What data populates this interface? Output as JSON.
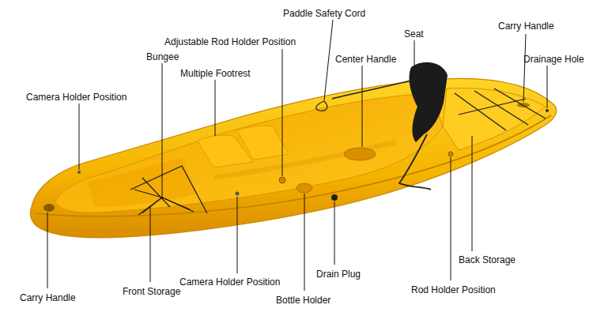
{
  "diagram": {
    "labels": [
      "Paddle Safety Cord",
      "Carry Handle",
      "Adjustable Rod Holder Position",
      "Seat",
      "Bungee",
      "Center Handle",
      "Drainage Hole",
      "Multiple Footrest",
      "Camera Holder Position",
      "Back Storage",
      "Camera Holder Position",
      "Drain Plug",
      "Rod Holder Position",
      "Carry Handle",
      "Front Storage",
      "Bottle Holder"
    ]
  }
}
